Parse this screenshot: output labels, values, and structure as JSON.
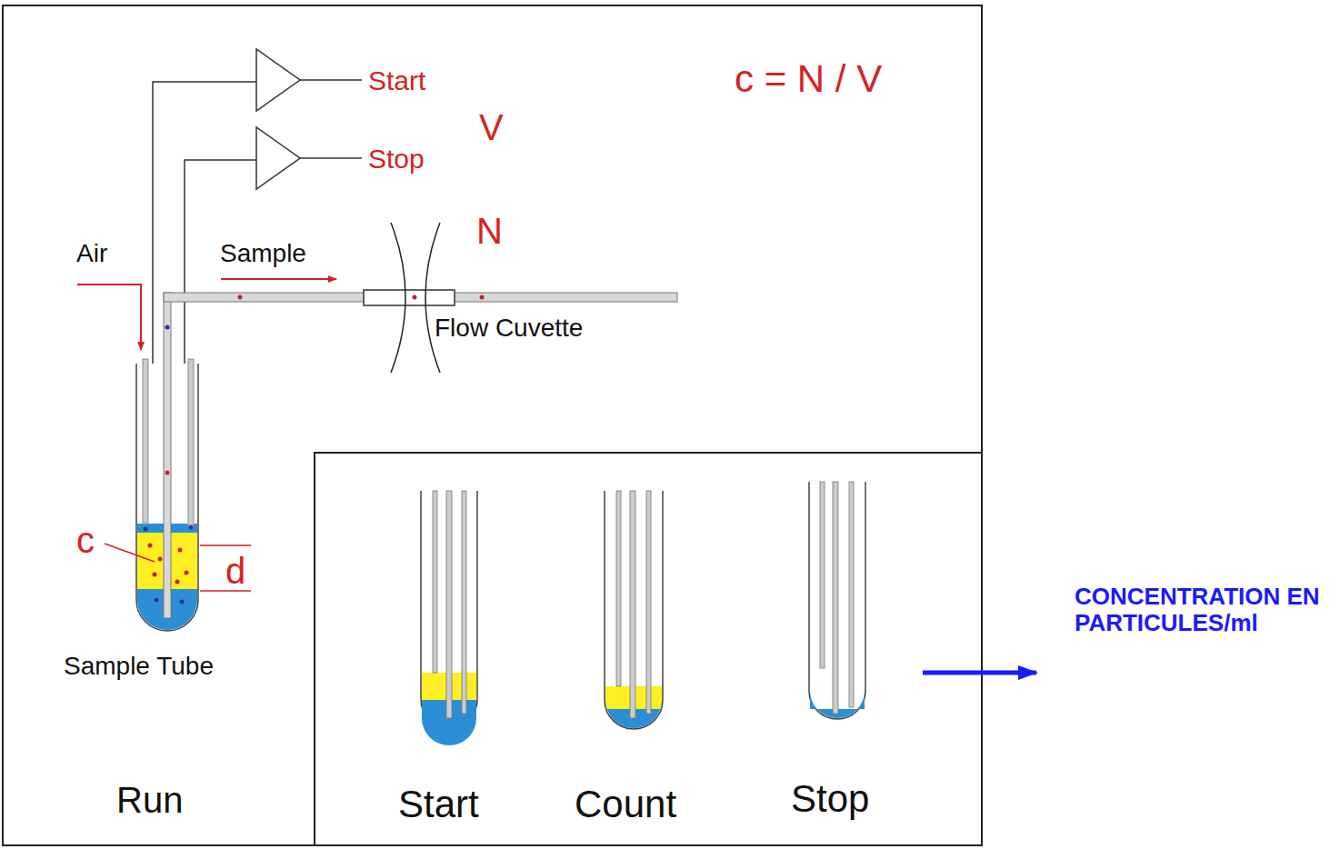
{
  "diagram": {
    "labels": [
      "Start",
      "Stop",
      "c = N / V",
      "V",
      "N",
      "Air",
      "Sample",
      "Flow Cuvette",
      "c",
      "d",
      "Sample Tube",
      "Run",
      "Start",
      "Count",
      "Stop",
      "CONCENTRATION EN PARTICULES/ml"
    ]
  }
}
